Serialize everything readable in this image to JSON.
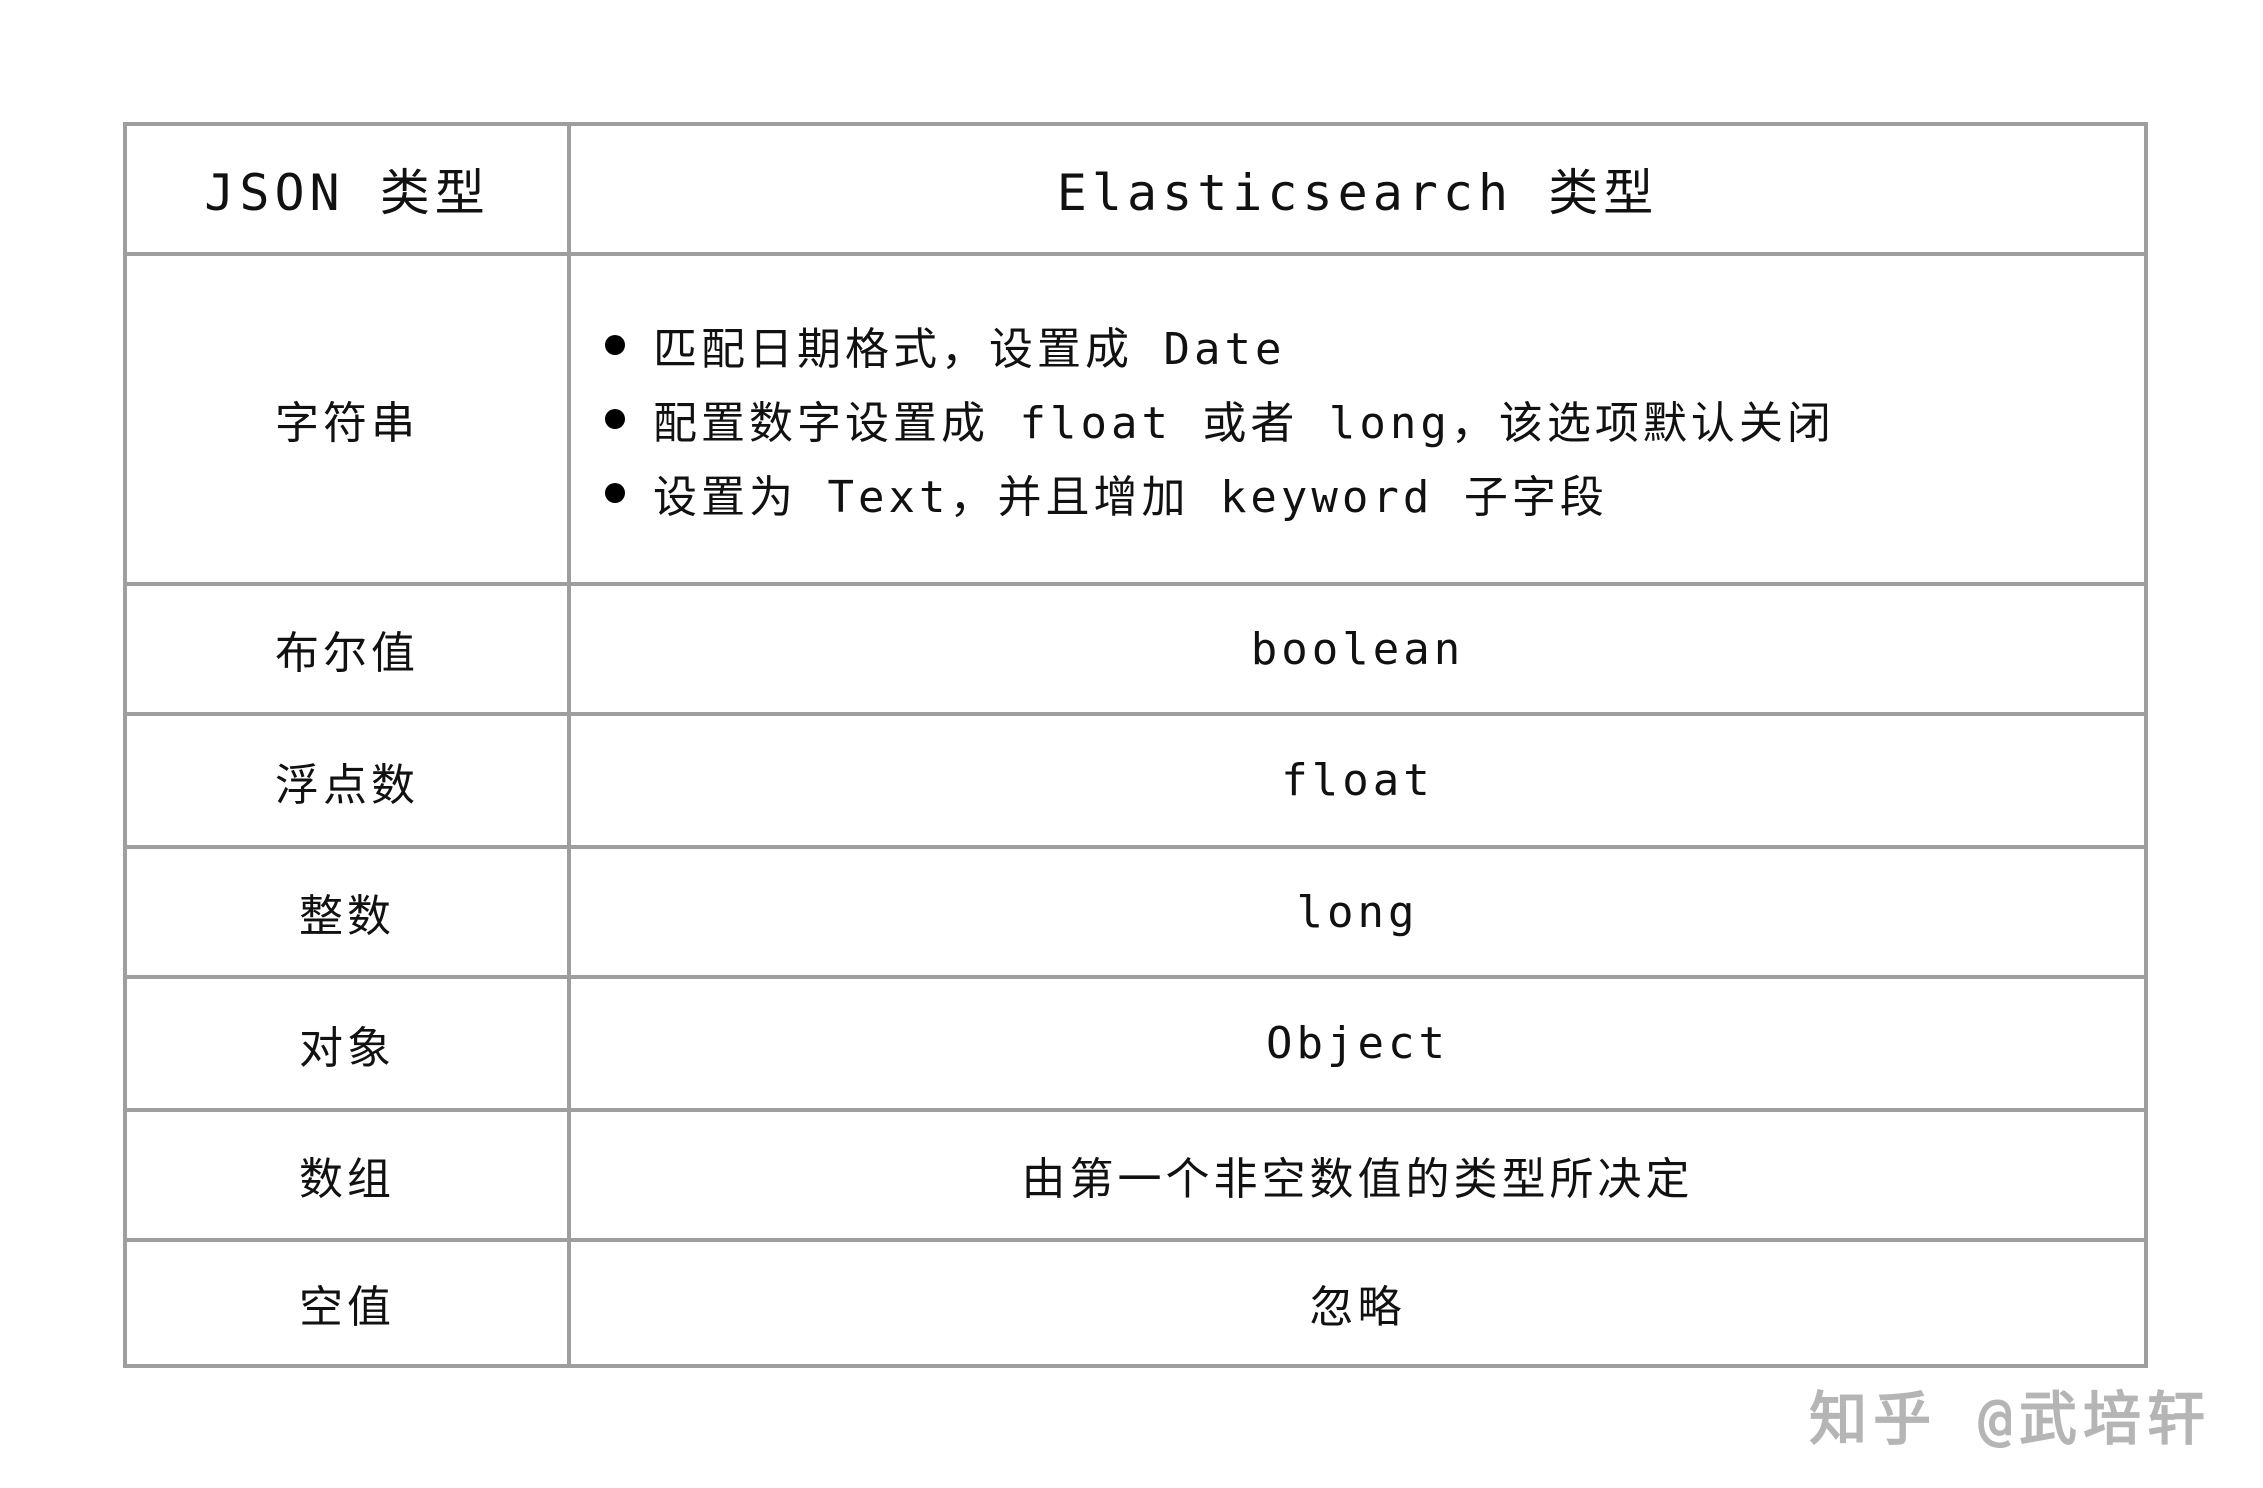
{
  "table": {
    "header": {
      "col1": "JSON 类型",
      "col2": "Elasticsearch 类型"
    },
    "rows": [
      {
        "json_type": "字符串",
        "bullets": [
          "匹配日期格式，设置成 Date",
          "配置数字设置成 float 或者 long，该选项默认关闭",
          "设置为 Text，并且增加 keyword 子字段"
        ]
      },
      {
        "json_type": "布尔值",
        "es_type": "boolean"
      },
      {
        "json_type": "浮点数",
        "es_type": "float"
      },
      {
        "json_type": "整数",
        "es_type": "long"
      },
      {
        "json_type": "对象",
        "es_type": "Object"
      },
      {
        "json_type": "数组",
        "es_type": "由第一个非空数值的类型所决定"
      },
      {
        "json_type": "空值",
        "es_type": "忽略"
      }
    ]
  },
  "watermark": {
    "text": "知乎 @武培轩",
    "color": "#b5b5b5"
  },
  "colors": {
    "border": "#9e9e9e",
    "text": "#111111",
    "background": "#ffffff",
    "bullet": "#000000"
  }
}
